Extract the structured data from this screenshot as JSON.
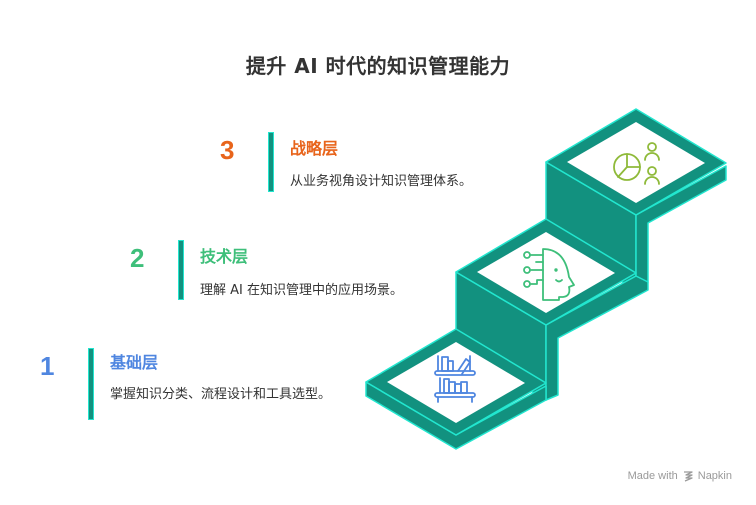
{
  "title": "提升 AI 时代的知识管理能力",
  "colors": {
    "step_fill": "#12917f",
    "step_edge": "#22e6cf",
    "level3": "#e8641b",
    "level2": "#3ebf7a",
    "level1": "#4f86e0",
    "icon_strategy": "#8fba3a",
    "icon_tech": "#3ebf7a",
    "icon_base": "#4f86e0"
  },
  "levels": [
    {
      "number": "3",
      "name": "战略层",
      "description": "从业务视角设计知识管理体系。",
      "icon": "pie-chart-people-icon"
    },
    {
      "number": "2",
      "name": "技术层",
      "description": "理解 AI 在知识管理中的应用场景。",
      "icon": "ai-head-circuit-icon"
    },
    {
      "number": "1",
      "name": "基础层",
      "description": "掌握知识分类、流程设计和工具选型。",
      "icon": "bookshelf-icon"
    }
  ],
  "footer": {
    "made_with": "Made with",
    "brand": "Napkin"
  }
}
